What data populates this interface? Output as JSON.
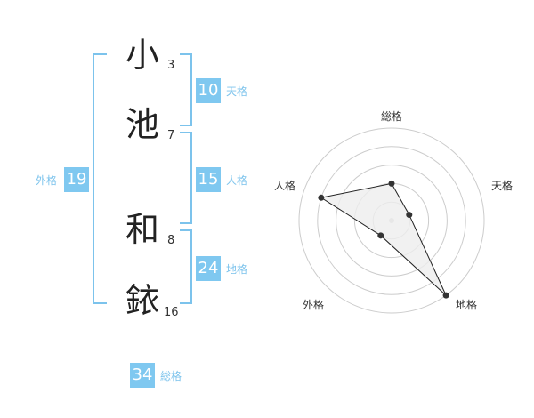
{
  "name": {
    "characters": [
      {
        "char": "小",
        "strokes": "3"
      },
      {
        "char": "池",
        "strokes": "7"
      },
      {
        "char": "和",
        "strokes": "8"
      },
      {
        "char": "銥",
        "strokes": "16"
      }
    ]
  },
  "kaku": {
    "tenkaku": {
      "value": "10",
      "label": "天格"
    },
    "jinkaku": {
      "value": "15",
      "label": "人格"
    },
    "chikaku": {
      "value": "24",
      "label": "地格"
    },
    "gaikaku": {
      "value": "19",
      "label": "外格"
    },
    "soukaku": {
      "value": "34",
      "label": "総格"
    }
  },
  "chart_data": {
    "type": "radar",
    "axes": [
      "総格",
      "天格",
      "地格",
      "外格",
      "人格"
    ],
    "values": [
      2.0,
      1.0,
      5.0,
      1.0,
      4.0
    ],
    "max": 5,
    "rings": 5,
    "colors": {
      "fill": "#eeeeee",
      "line": "#222222",
      "ring": "#cccccc",
      "point": "#333333"
    }
  }
}
